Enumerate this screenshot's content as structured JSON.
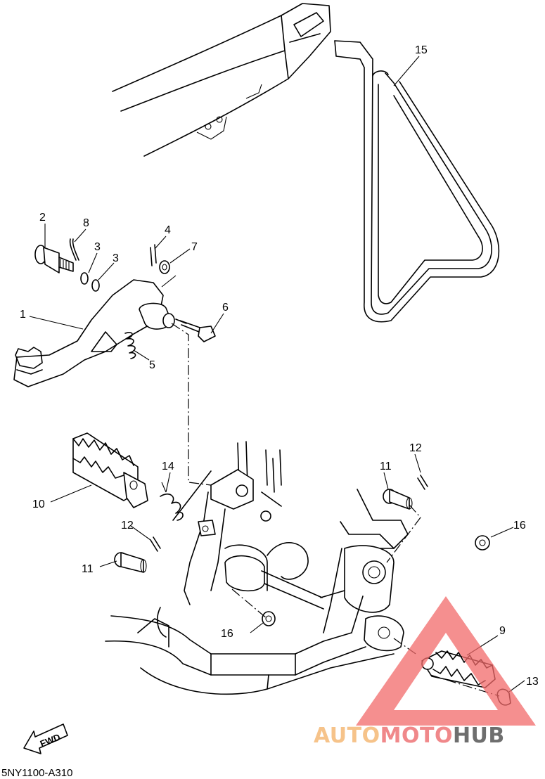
{
  "diagram": {
    "callouts": {
      "c1": "1",
      "c2": "2",
      "c3a": "3",
      "c3b": "3",
      "c4": "4",
      "c5": "5",
      "c6": "6",
      "c7": "7",
      "c8": "8",
      "c9": "9",
      "c10": "10",
      "c11a": "11",
      "c11b": "11",
      "c12a": "12",
      "c12b": "12",
      "c13": "13",
      "c14": "14",
      "c15": "15",
      "c16a": "16",
      "c16b": "16"
    },
    "direction_label": "FWD",
    "drawing_code": "5NY1100-A310"
  },
  "watermark": {
    "brand_auto": "AUTO",
    "brand_moto": "MOTO",
    "brand_hub": "HUB",
    "colors": {
      "auto": "#f6c38a",
      "moto": "#f0888a",
      "hub": "#6e6e6e",
      "triangle": "#f26a6a"
    }
  }
}
